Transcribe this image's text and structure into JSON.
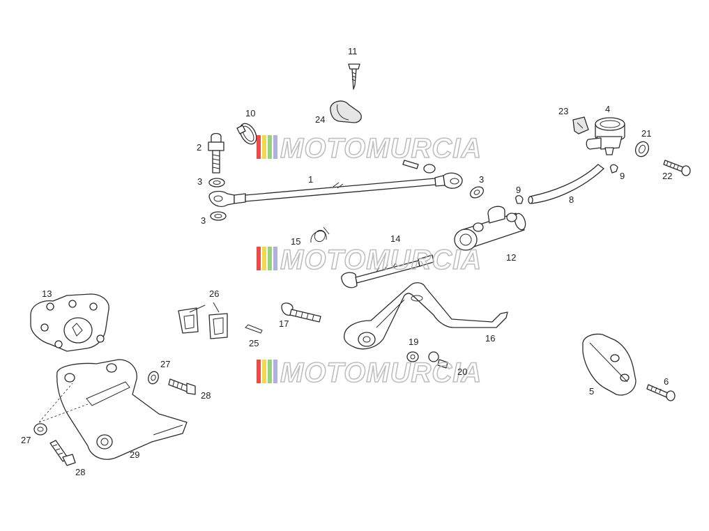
{
  "watermark": {
    "text": "MOTOMURCIA",
    "stripe_colors": [
      "#e53935",
      "#f6d23a",
      "#8ccf6b",
      "#a8a8d8"
    ]
  },
  "callouts": [
    "1",
    "2",
    "3",
    "3",
    "3",
    "4",
    "5",
    "6",
    "8",
    "9",
    "9",
    "10",
    "11",
    "12",
    "13",
    "14",
    "15",
    "16",
    "17",
    "19",
    "20",
    "21",
    "22",
    "23",
    "24",
    "25",
    "26",
    "27",
    "27",
    "28",
    "28",
    "29"
  ]
}
